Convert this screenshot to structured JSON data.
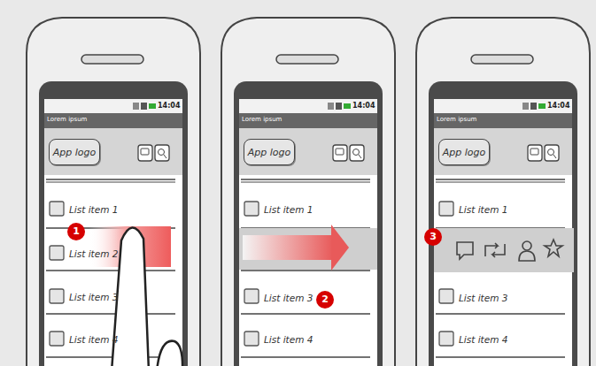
{
  "diagram": {
    "nodes": [
      {
        "text": [
          "App logo"
        ]
      },
      {
        "text": [
          "List item 1"
        ]
      },
      {
        "text": [
          "List item 2"
        ]
      },
      {
        "text": [
          "List item 3"
        ]
      },
      {
        "text": [
          "List item 4"
        ]
      },
      {
        "text": [
          "App logo"
        ]
      },
      {
        "text": [
          "List item 1"
        ]
      },
      {
        "text": [
          "List item 3"
        ]
      },
      {
        "text": [
          "List item 4"
        ]
      },
      {
        "text": [
          "App logo"
        ]
      },
      {
        "text": [
          "List item 1"
        ]
      },
      {
        "text": [
          "List item 3"
        ]
      },
      {
        "text": [
          "List item 4"
        ]
      }
    ],
    "labels": [
      "Lorem ipsum",
      "14:04",
      "1",
      "Lorem ipsum",
      "14:04",
      "2",
      "Lorem ipsum",
      "14:04",
      "3"
    ]
  }
}
